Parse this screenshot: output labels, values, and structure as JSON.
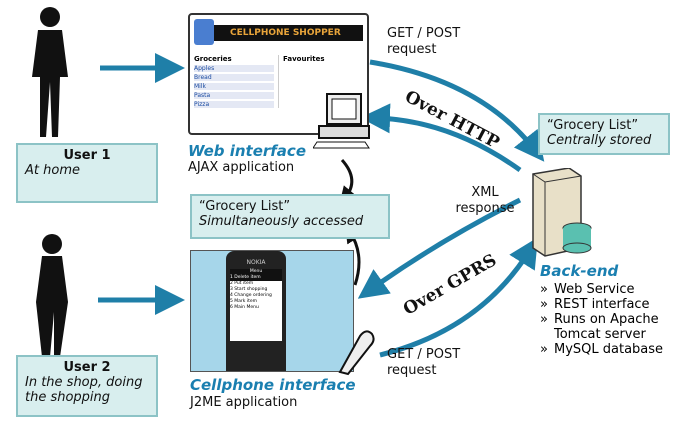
{
  "user1": {
    "title": "User 1",
    "desc": "At home"
  },
  "user2": {
    "title": "User 2",
    "desc": "In the shop, doing the shopping"
  },
  "web": {
    "title": "Web interface",
    "subtitle": "AJAX application",
    "app_title": "CELLPHONE SHOPPER",
    "groceries": "Groceries",
    "favourites": "Favourites",
    "items": [
      "Apples",
      "Bread",
      "Milk",
      "Pasta",
      "Pizza"
    ]
  },
  "cell": {
    "title": "Cellphone interface",
    "subtitle": "J2ME application",
    "brand": "NOKIA",
    "menu": "Menu",
    "menu_items": [
      "1 Delete item",
      "2 Put item",
      "3 Start shopping",
      "4 Change ordering",
      "5 Mark item",
      "6 Main Menu"
    ]
  },
  "shared": {
    "line1": "“Grocery List”",
    "line2": "Simultaneously accessed"
  },
  "stored": {
    "line1": "“Grocery List”",
    "line2": "Centrally stored"
  },
  "backend": {
    "title": "Back-end",
    "items": [
      "Web Service",
      "REST interface",
      "Runs on Apache Tomcat server",
      "MySQL database"
    ]
  },
  "labels": {
    "get_post_top": "GET / POST request",
    "over_http": "Over HTTP",
    "xml": "XML response",
    "over_gprs": "Over GPRS",
    "get_post_bottom": "GET / POST request"
  },
  "colors": {
    "arrow": "#1f7fa8",
    "box": "#d8eeee",
    "heading": "#1a7fb0"
  }
}
